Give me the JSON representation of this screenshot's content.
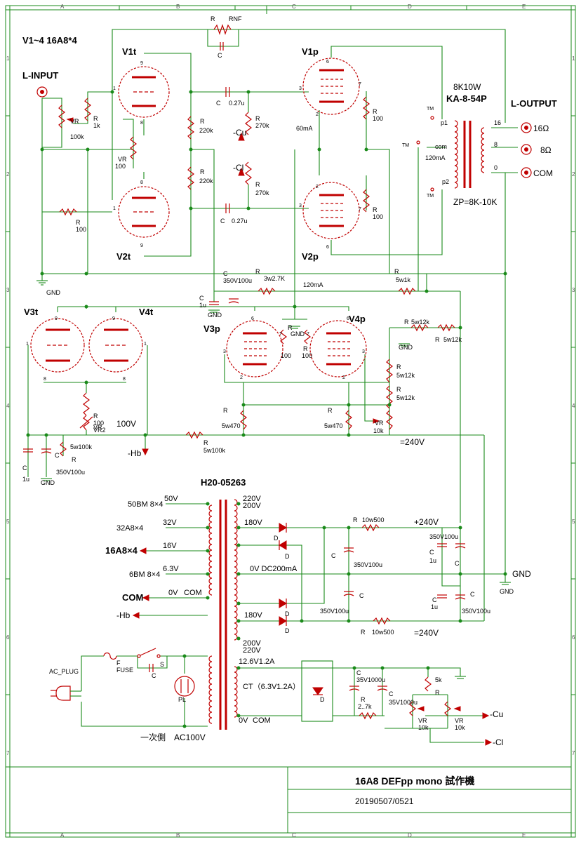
{
  "title_block": {
    "title": "16A8 DEFpp mono 試作機",
    "date": "20190507/0521"
  },
  "header_note": "V1~4 16A8*4",
  "ruler": {
    "columns": [
      "A",
      "B",
      "C",
      "D",
      "E"
    ],
    "rows": [
      "1",
      "2",
      "3",
      "4",
      "5",
      "6",
      "7"
    ]
  },
  "connectors": {
    "input": "L-INPUT",
    "output": "L-OUTPUT",
    "out_16": "16Ω",
    "out_8": "8Ω",
    "out_com": "COM",
    "out_tap_16": "16",
    "out_tap_8": "8",
    "out_tap_0": "0",
    "ac_plug": "AC_PLUG"
  },
  "output_transformer": {
    "rating": "8K10W",
    "model": "KA-8-54P",
    "zp": "ZP=8K-10K",
    "p1": "p1",
    "p2": "p2",
    "com": "com",
    "current": "120mA",
    "tm": "TM"
  },
  "tubes": {
    "v1t": "V1t",
    "v2t": "V2t",
    "v1p": "V1p",
    "v2p": "V2p",
    "v3t": "V3t",
    "v4t": "V4t",
    "v3p": "V3p",
    "v4p": "V4p"
  },
  "components": {
    "r_rnf": "RNF",
    "r": "R",
    "c": "C",
    "vr": "VR",
    "vr2": "VR2",
    "d": "D",
    "f": "F",
    "fuse": "FUSE",
    "s": "S",
    "pl": "PL",
    "gnd": "GND",
    "vr_100k": "100k",
    "r_1k": "1k",
    "vr_100": "100",
    "r_100": "100",
    "r_220k": "220k",
    "c_027u": "0.27u",
    "r_270k": "270k",
    "r_100_p": "100",
    "c_350v100u": "350V100u",
    "r_3w27k": "3w2.7K",
    "r_5w1k": "5w1k",
    "c_1u": "1u",
    "r_5w12k": "5w12k",
    "r_5w470": "5w470",
    "vr_10k": "10k",
    "r_5w100k": "5w100k",
    "r_10w500": "10w500",
    "c_35v1000u": "35V1000u",
    "r_27k": "2..7k",
    "r_5k": "5k"
  },
  "voltages": {
    "cu": "-Cu",
    "cl": "-Cl",
    "i60": "60mA",
    "i120": "120mA",
    "v100": "100V",
    "hb": "-Hb",
    "v240": "=240V",
    "vplus240": "+240V",
    "gnd": "GND",
    "v240b": "=240V"
  },
  "power_transformer": {
    "model": "H20-05263",
    "sec": {
      "t50bm": "50BM 8×4",
      "v50": "50V",
      "t32a8": "32A8×4",
      "v32": "32V",
      "t16a8": "16A8×4",
      "v16": "16V",
      "t6bm": "6BM 8×4",
      "v63": "6.3V",
      "com_big": "COM",
      "v0": "0V",
      "com": "COM",
      "hb": "-Hb",
      "v220a": "220V",
      "v200a": "200V",
      "v180a": "180V",
      "v0dc": "0V DC200mA",
      "v180b": "180V",
      "v200b": "200V",
      "v220b": "220V",
      "v126": "12.6V1.2A",
      "ct": "CT（6.3V1.2A）",
      "v0b": "0V",
      "comb": "COM"
    },
    "primary": "一次側　AC100V"
  },
  "colors": {
    "wire": "#1a8a1a",
    "component": "#c00000",
    "text": "#000000"
  }
}
